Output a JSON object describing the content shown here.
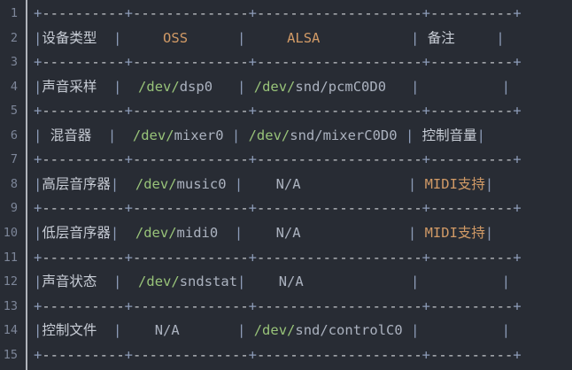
{
  "editor": {
    "background": "#282c34",
    "gutter_rule_color": "#c8ccd4",
    "lineno_color": "#7d8699",
    "line_numbers": [
      "1",
      "2",
      "3",
      "4",
      "5",
      "6",
      "7",
      "8",
      "9",
      "10",
      "11",
      "12",
      "13",
      "14",
      "15"
    ],
    "total_lines": 15
  },
  "colors": {
    "separator": "#8d9cb8",
    "dash": "#c6c9cd",
    "text": "#c3c9d4",
    "keyword_orange": "#d19a66",
    "path_green": "#98c379",
    "path_rest": "#abb2bf"
  },
  "table": {
    "border_line": "+----------+--------------+--------------------+----------+",
    "header": {
      "col1": "设备类型",
      "col2": "OSS",
      "col3": "ALSA",
      "col4": "备注"
    },
    "rows": [
      {
        "col1": "声音采样",
        "col2": "/dev/dsp0",
        "col3": "/dev/snd/pcmC0D0",
        "col4": ""
      },
      {
        "col1": "混音器",
        "col2": "/dev/mixer0",
        "col3": "/dev/snd/mixerC0D0",
        "col4": "控制音量"
      },
      {
        "col1": "高层音序器",
        "col2": "/dev/music0",
        "col3": "N/A",
        "col4": "MIDI支持"
      },
      {
        "col1": "低层音序器",
        "col2": "/dev/midi0",
        "col3": "N/A",
        "col4": "MIDI支持"
      },
      {
        "col1": "声音状态",
        "col2": "/dev/sndstat",
        "col3": "N/A",
        "col4": ""
      },
      {
        "col1": "控制文件",
        "col2": "N/A",
        "col3": "/dev/snd/controlC0",
        "col4": ""
      }
    ]
  },
  "lines": [
    {
      "n": "1",
      "type": "border",
      "tokens": [
        {
          "c": "sep",
          "t": "+"
        },
        {
          "c": "dash",
          "t": "----------"
        },
        {
          "c": "sep",
          "t": "+"
        },
        {
          "c": "dash",
          "t": "--------------"
        },
        {
          "c": "sep",
          "t": "+"
        },
        {
          "c": "dash",
          "t": "--------------------"
        },
        {
          "c": "sep",
          "t": "+"
        },
        {
          "c": "dash",
          "t": "----------"
        },
        {
          "c": "sep",
          "t": "+"
        }
      ]
    },
    {
      "n": "2",
      "type": "content",
      "tokens": [
        {
          "c": "sep",
          "t": "|"
        },
        {
          "c": "cjk",
          "t": "设备类型"
        },
        {
          "c": "plain",
          "t": "  "
        },
        {
          "c": "sep",
          "t": "|"
        },
        {
          "c": "plain",
          "t": "     "
        },
        {
          "c": "orange",
          "t": "OSS"
        },
        {
          "c": "plain",
          "t": "      "
        },
        {
          "c": "sep",
          "t": "|"
        },
        {
          "c": "plain",
          "t": "     "
        },
        {
          "c": "orange",
          "t": "ALSA"
        },
        {
          "c": "plain",
          "t": "           "
        },
        {
          "c": "sep",
          "t": "|"
        },
        {
          "c": "plain",
          "t": " "
        },
        {
          "c": "cjk",
          "t": "备注"
        },
        {
          "c": "plain",
          "t": "     "
        },
        {
          "c": "sep",
          "t": "|"
        }
      ]
    },
    {
      "n": "3",
      "type": "border",
      "tokens": [
        {
          "c": "sep",
          "t": "+"
        },
        {
          "c": "dash",
          "t": "----------"
        },
        {
          "c": "sep",
          "t": "+"
        },
        {
          "c": "dash",
          "t": "--------------"
        },
        {
          "c": "sep",
          "t": "+"
        },
        {
          "c": "dash",
          "t": "--------------------"
        },
        {
          "c": "sep",
          "t": "+"
        },
        {
          "c": "dash",
          "t": "----------"
        },
        {
          "c": "sep",
          "t": "+"
        }
      ]
    },
    {
      "n": "4",
      "type": "content",
      "tokens": [
        {
          "c": "sep",
          "t": "|"
        },
        {
          "c": "cjk",
          "t": "声音采样"
        },
        {
          "c": "plain",
          "t": "  "
        },
        {
          "c": "sep",
          "t": "|"
        },
        {
          "c": "plain",
          "t": "  "
        },
        {
          "c": "green",
          "t": "/dev/"
        },
        {
          "c": "path",
          "t": "dsp0"
        },
        {
          "c": "plain",
          "t": "   "
        },
        {
          "c": "sep",
          "t": "|"
        },
        {
          "c": "plain",
          "t": " "
        },
        {
          "c": "green",
          "t": "/dev/"
        },
        {
          "c": "path",
          "t": "snd/pcmC0D0"
        },
        {
          "c": "plain",
          "t": "   "
        },
        {
          "c": "sep",
          "t": "|"
        },
        {
          "c": "plain",
          "t": "          "
        },
        {
          "c": "sep",
          "t": "|"
        }
      ]
    },
    {
      "n": "5",
      "type": "border",
      "tokens": [
        {
          "c": "sep",
          "t": "+"
        },
        {
          "c": "dash",
          "t": "----------"
        },
        {
          "c": "sep",
          "t": "+"
        },
        {
          "c": "dash",
          "t": "--------------"
        },
        {
          "c": "sep",
          "t": "+"
        },
        {
          "c": "dash",
          "t": "--------------------"
        },
        {
          "c": "sep",
          "t": "+"
        },
        {
          "c": "dash",
          "t": "----------"
        },
        {
          "c": "sep",
          "t": "+"
        }
      ]
    },
    {
      "n": "6",
      "type": "content",
      "tokens": [
        {
          "c": "sep",
          "t": "|"
        },
        {
          "c": "plain",
          "t": " "
        },
        {
          "c": "cjk",
          "t": "混音器"
        },
        {
          "c": "plain",
          "t": "  "
        },
        {
          "c": "sep",
          "t": "|"
        },
        {
          "c": "plain",
          "t": "  "
        },
        {
          "c": "green",
          "t": "/dev/"
        },
        {
          "c": "path",
          "t": "mixer0"
        },
        {
          "c": "plain",
          "t": " "
        },
        {
          "c": "sep",
          "t": "|"
        },
        {
          "c": "plain",
          "t": " "
        },
        {
          "c": "green",
          "t": "/dev/"
        },
        {
          "c": "path",
          "t": "snd/mixerC0D0"
        },
        {
          "c": "plain",
          "t": " "
        },
        {
          "c": "sep",
          "t": "|"
        },
        {
          "c": "plain",
          "t": " "
        },
        {
          "c": "cjk",
          "t": "控制音量"
        },
        {
          "c": "sep",
          "t": "|"
        }
      ]
    },
    {
      "n": "7",
      "type": "border",
      "tokens": [
        {
          "c": "sep",
          "t": "+"
        },
        {
          "c": "dash",
          "t": "----------"
        },
        {
          "c": "sep",
          "t": "+"
        },
        {
          "c": "dash",
          "t": "--------------"
        },
        {
          "c": "sep",
          "t": "+"
        },
        {
          "c": "dash",
          "t": "--------------------"
        },
        {
          "c": "sep",
          "t": "+"
        },
        {
          "c": "dash",
          "t": "----------"
        },
        {
          "c": "sep",
          "t": "+"
        }
      ]
    },
    {
      "n": "8",
      "type": "content",
      "tokens": [
        {
          "c": "sep",
          "t": "|"
        },
        {
          "c": "cjk",
          "t": "高层音序器"
        },
        {
          "c": "sep",
          "t": "|"
        },
        {
          "c": "plain",
          "t": "  "
        },
        {
          "c": "green",
          "t": "/dev/"
        },
        {
          "c": "path",
          "t": "music0"
        },
        {
          "c": "plain",
          "t": " "
        },
        {
          "c": "sep",
          "t": "|"
        },
        {
          "c": "plain",
          "t": "    "
        },
        {
          "c": "path",
          "t": "N/A"
        },
        {
          "c": "plain",
          "t": "             "
        },
        {
          "c": "sep",
          "t": "|"
        },
        {
          "c": "plain",
          "t": " "
        },
        {
          "c": "orange",
          "t": "MIDI支持"
        },
        {
          "c": "sep",
          "t": "|"
        }
      ]
    },
    {
      "n": "9",
      "type": "border",
      "tokens": [
        {
          "c": "sep",
          "t": "+"
        },
        {
          "c": "dash",
          "t": "----------"
        },
        {
          "c": "sep",
          "t": "+"
        },
        {
          "c": "dash",
          "t": "--------------"
        },
        {
          "c": "sep",
          "t": "+"
        },
        {
          "c": "dash",
          "t": "--------------------"
        },
        {
          "c": "sep",
          "t": "+"
        },
        {
          "c": "dash",
          "t": "----------"
        },
        {
          "c": "sep",
          "t": "+"
        }
      ]
    },
    {
      "n": "10",
      "type": "content",
      "tokens": [
        {
          "c": "sep",
          "t": "|"
        },
        {
          "c": "cjk",
          "t": "低层音序器"
        },
        {
          "c": "sep",
          "t": "|"
        },
        {
          "c": "plain",
          "t": "  "
        },
        {
          "c": "green",
          "t": "/dev/"
        },
        {
          "c": "path",
          "t": "midi0"
        },
        {
          "c": "plain",
          "t": "  "
        },
        {
          "c": "sep",
          "t": "|"
        },
        {
          "c": "plain",
          "t": "    "
        },
        {
          "c": "path",
          "t": "N/A"
        },
        {
          "c": "plain",
          "t": "             "
        },
        {
          "c": "sep",
          "t": "|"
        },
        {
          "c": "plain",
          "t": " "
        },
        {
          "c": "orange",
          "t": "MIDI支持"
        },
        {
          "c": "sep",
          "t": "|"
        }
      ]
    },
    {
      "n": "11",
      "type": "border",
      "tokens": [
        {
          "c": "sep",
          "t": "+"
        },
        {
          "c": "dash",
          "t": "----------"
        },
        {
          "c": "sep",
          "t": "+"
        },
        {
          "c": "dash",
          "t": "--------------"
        },
        {
          "c": "sep",
          "t": "+"
        },
        {
          "c": "dash",
          "t": "--------------------"
        },
        {
          "c": "sep",
          "t": "+"
        },
        {
          "c": "dash",
          "t": "----------"
        },
        {
          "c": "sep",
          "t": "+"
        }
      ]
    },
    {
      "n": "12",
      "type": "content",
      "tokens": [
        {
          "c": "sep",
          "t": "|"
        },
        {
          "c": "cjk",
          "t": "声音状态"
        },
        {
          "c": "plain",
          "t": "  "
        },
        {
          "c": "sep",
          "t": "|"
        },
        {
          "c": "plain",
          "t": "  "
        },
        {
          "c": "green",
          "t": "/dev/"
        },
        {
          "c": "path",
          "t": "sndstat"
        },
        {
          "c": "sep",
          "t": "|"
        },
        {
          "c": "plain",
          "t": "    "
        },
        {
          "c": "path",
          "t": "N/A"
        },
        {
          "c": "plain",
          "t": "             "
        },
        {
          "c": "sep",
          "t": "|"
        },
        {
          "c": "plain",
          "t": "          "
        },
        {
          "c": "sep",
          "t": "|"
        }
      ]
    },
    {
      "n": "13",
      "type": "border",
      "tokens": [
        {
          "c": "sep",
          "t": "+"
        },
        {
          "c": "dash",
          "t": "----------"
        },
        {
          "c": "sep",
          "t": "+"
        },
        {
          "c": "dash",
          "t": "--------------"
        },
        {
          "c": "sep",
          "t": "+"
        },
        {
          "c": "dash",
          "t": "--------------------"
        },
        {
          "c": "sep",
          "t": "+"
        },
        {
          "c": "dash",
          "t": "----------"
        },
        {
          "c": "sep",
          "t": "+"
        }
      ]
    },
    {
      "n": "14",
      "type": "content",
      "tokens": [
        {
          "c": "sep",
          "t": "|"
        },
        {
          "c": "cjk",
          "t": "控制文件"
        },
        {
          "c": "plain",
          "t": "  "
        },
        {
          "c": "sep",
          "t": "|"
        },
        {
          "c": "plain",
          "t": "    "
        },
        {
          "c": "path",
          "t": "N/A"
        },
        {
          "c": "plain",
          "t": "       "
        },
        {
          "c": "sep",
          "t": "|"
        },
        {
          "c": "plain",
          "t": " "
        },
        {
          "c": "green",
          "t": "/dev/"
        },
        {
          "c": "path",
          "t": "snd/controlC0"
        },
        {
          "c": "plain",
          "t": " "
        },
        {
          "c": "sep",
          "t": "|"
        },
        {
          "c": "plain",
          "t": "          "
        },
        {
          "c": "sep",
          "t": "|"
        }
      ]
    },
    {
      "n": "15",
      "type": "border",
      "tokens": [
        {
          "c": "sep",
          "t": "+"
        },
        {
          "c": "dash",
          "t": "----------"
        },
        {
          "c": "sep",
          "t": "+"
        },
        {
          "c": "dash",
          "t": "--------------"
        },
        {
          "c": "sep",
          "t": "+"
        },
        {
          "c": "dash",
          "t": "--------------------"
        },
        {
          "c": "sep",
          "t": "+"
        },
        {
          "c": "dash",
          "t": "----------"
        },
        {
          "c": "sep",
          "t": "+"
        }
      ]
    }
  ]
}
